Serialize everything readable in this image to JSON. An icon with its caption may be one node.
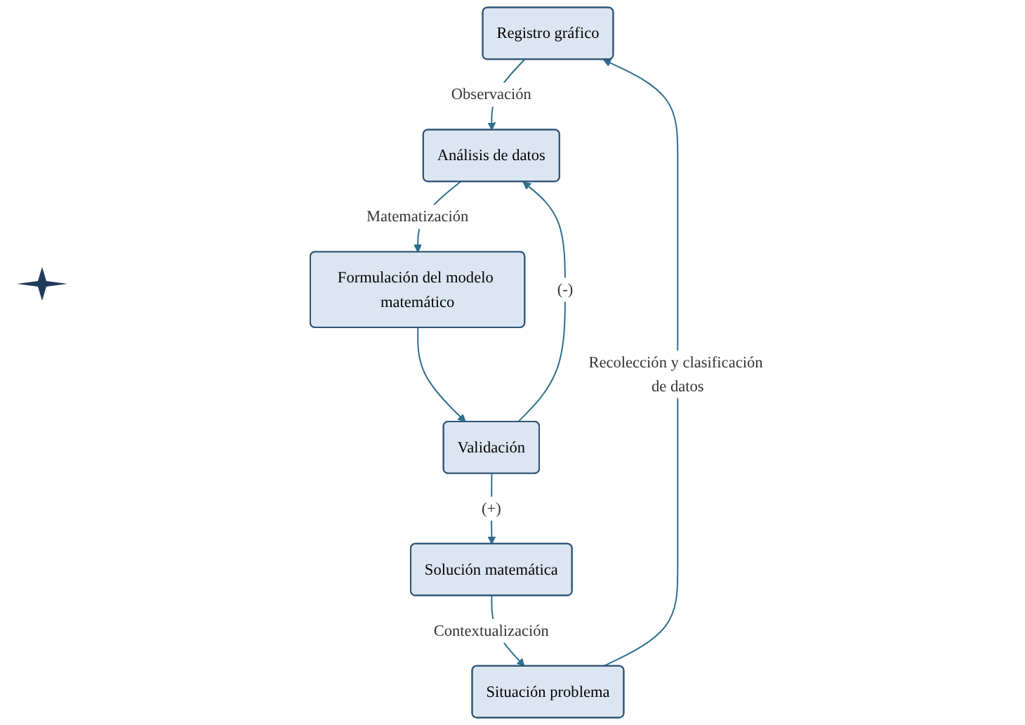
{
  "diagram": {
    "nodes": [
      {
        "text": [
          "Registro gráfico"
        ]
      },
      {
        "text": [
          "Análisis de datos"
        ]
      },
      {
        "text": [
          "Formulación del modelo matemático"
        ]
      },
      {
        "text": [
          "Validación"
        ]
      },
      {
        "text": [
          "Solución matemática"
        ]
      },
      {
        "text": [
          "Situación problema"
        ]
      }
    ],
    "edges": [
      {
        "from": 5,
        "to": 0,
        "arrow": "to",
        "label": "Recolección y clasificación de datos"
      },
      {
        "from": 0,
        "to": 1,
        "arrow": "to",
        "label": "Observación"
      },
      {
        "from": 1,
        "to": 2,
        "arrow": "to",
        "label": "Matematización"
      },
      {
        "from": 2,
        "to": 3,
        "arrow": "to"
      },
      {
        "from": 3,
        "to": 1,
        "arrow": "to",
        "label": "(-)"
      },
      {
        "from": 3,
        "to": 4,
        "arrow": "to",
        "label": "(+)"
      },
      {
        "from": 4,
        "to": 5,
        "arrow": "to",
        "label": "Contextualización"
      }
    ]
  }
}
